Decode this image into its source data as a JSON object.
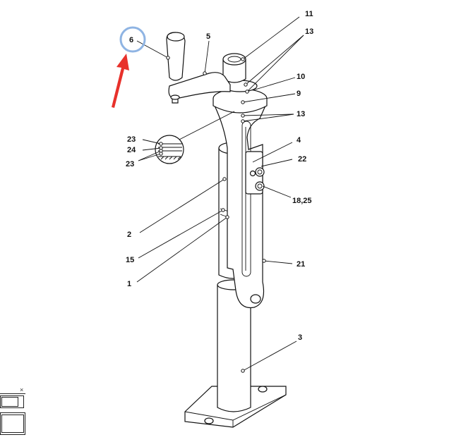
{
  "diagram": {
    "labels": {
      "l11": "11",
      "l13a": "13",
      "l6": "6",
      "l5": "5",
      "l10": "10",
      "l9": "9",
      "l13b": "13",
      "l4": "4",
      "l22": "22",
      "l23a": "23",
      "l24": "24",
      "l23b": "23",
      "l18_25": "18,25",
      "l2": "2",
      "l15": "15",
      "l1": "1",
      "l21": "21",
      "l3": "3"
    },
    "highlight": {
      "circle_color": "#8fb4e3",
      "arrow_color": "#e8312b",
      "target_label": "6"
    }
  },
  "mini_window": {
    "close_glyph": "×"
  }
}
